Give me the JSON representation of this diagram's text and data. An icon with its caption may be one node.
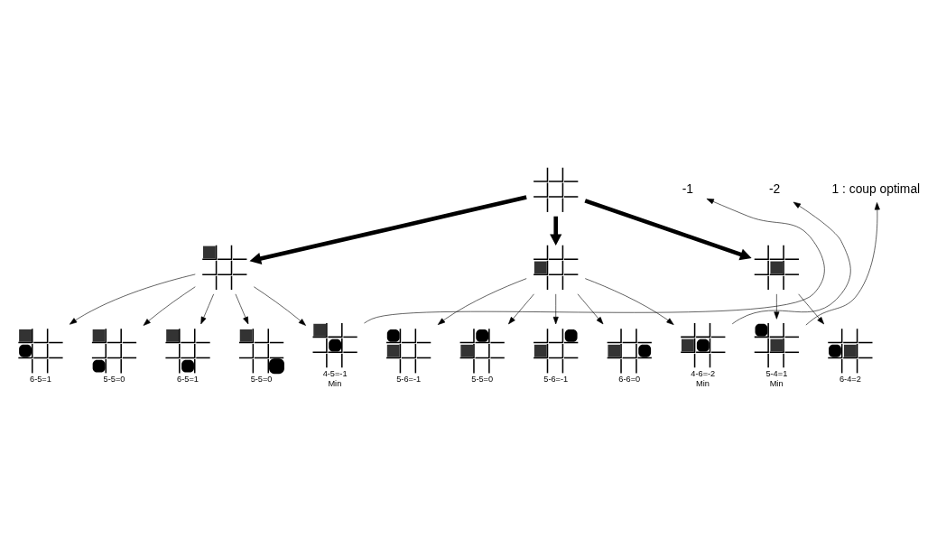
{
  "diagram": {
    "nodes": [
      {
        "text": [],
        "shape": "grid"
      },
      {
        "text": [],
        "shape": "grid"
      },
      {
        "text": [],
        "shape": "grid"
      },
      {
        "text": [],
        "shape": "grid"
      },
      {
        "text": [],
        "shape": "grid",
        "beside": [
          "6-5=1"
        ]
      },
      {
        "text": [],
        "shape": "grid",
        "beside": [
          "5-5=0"
        ]
      },
      {
        "text": [],
        "shape": "grid",
        "beside": [
          "6-5=1"
        ]
      },
      {
        "text": [],
        "shape": "grid",
        "beside": [
          "5-5=0"
        ]
      },
      {
        "text": [],
        "shape": "grid",
        "beside": [
          "4-5=-1",
          "Min"
        ]
      },
      {
        "text": [],
        "shape": "grid",
        "beside": [
          "5-6=-1"
        ]
      },
      {
        "text": [],
        "shape": "grid",
        "beside": [
          "5-5=0"
        ]
      },
      {
        "text": [],
        "shape": "grid",
        "beside": [
          "5-6=-1"
        ]
      },
      {
        "text": [],
        "shape": "grid",
        "beside": [
          "6-6=0"
        ]
      },
      {
        "text": [],
        "shape": "grid",
        "beside": [
          "4-6=-2",
          "Min"
        ]
      },
      {
        "text": [],
        "shape": "grid",
        "beside": [
          "5-4=1",
          "Min"
        ]
      },
      {
        "text": [],
        "shape": "grid",
        "beside": [
          "6-4=2"
        ]
      },
      {
        "text": [
          "1 : coup optimal"
        ]
      },
      {
        "text": [
          "-1"
        ]
      },
      {
        "text": [
          "-2"
        ]
      }
    ],
    "edges": [
      {
        "from": 0,
        "to": 1,
        "arrow": "to",
        "style": "thick"
      },
      {
        "from": 0,
        "to": 2,
        "arrow": "to",
        "style": "thick"
      },
      {
        "from": 0,
        "to": 3,
        "arrow": "to",
        "style": "thick"
      },
      {
        "from": 1,
        "to": 4,
        "arrow": "to"
      },
      {
        "from": 1,
        "to": 5,
        "arrow": "to"
      },
      {
        "from": 1,
        "to": 6,
        "arrow": "to"
      },
      {
        "from": 1,
        "to": 7,
        "arrow": "to"
      },
      {
        "from": 1,
        "to": 8,
        "arrow": "to"
      },
      {
        "from": 2,
        "to": 9,
        "arrow": "to"
      },
      {
        "from": 2,
        "to": 10,
        "arrow": "to"
      },
      {
        "from": 2,
        "to": 11,
        "arrow": "to"
      },
      {
        "from": 2,
        "to": 12,
        "arrow": "to"
      },
      {
        "from": 2,
        "to": 13,
        "arrow": "to"
      },
      {
        "from": 3,
        "to": 14,
        "arrow": "to"
      },
      {
        "from": 3,
        "to": 15,
        "arrow": "to"
      },
      {
        "from": 8,
        "to": 17,
        "arrow": "to"
      },
      {
        "from": 13,
        "to": 18,
        "arrow": "to"
      },
      {
        "from": 14,
        "to": 16,
        "arrow": "to"
      }
    ]
  }
}
